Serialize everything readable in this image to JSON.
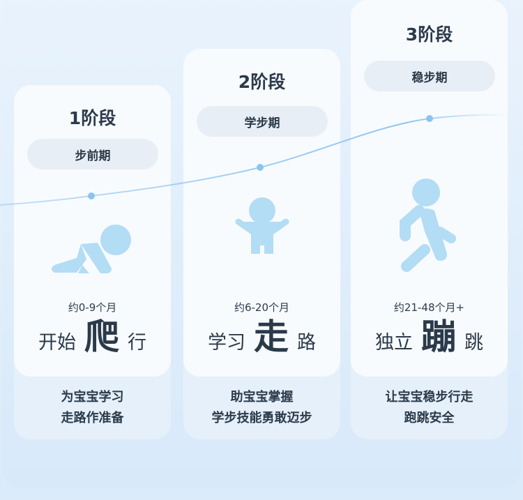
{
  "stages": [
    {
      "title": "1阶段",
      "pill": "步前期",
      "age": "约0-9个月",
      "pre": "开始",
      "key": "爬",
      "post": "行",
      "desc1": "为宝宝学习",
      "desc2": "走路作准备",
      "icon": "crawling-baby-icon"
    },
    {
      "title": "2阶段",
      "pill": "学步期",
      "age": "约6-20个月",
      "pre": "学习",
      "key": "走",
      "post": "路",
      "desc1": "助宝宝掌握",
      "desc2": "学步技能勇敢迈步",
      "icon": "standing-child-icon"
    },
    {
      "title": "3阶段",
      "pill": "稳步期",
      "age": "约21-48个月+",
      "pre": "独立",
      "key": "蹦",
      "post": "跳",
      "desc1": "让宝宝稳步行走",
      "desc2": "跑跳安全",
      "icon": "walking-person-icon"
    }
  ],
  "colors": {
    "icon": "#b3dcf5",
    "curve": "#8cc4ef",
    "text": "#2b3a4a"
  }
}
